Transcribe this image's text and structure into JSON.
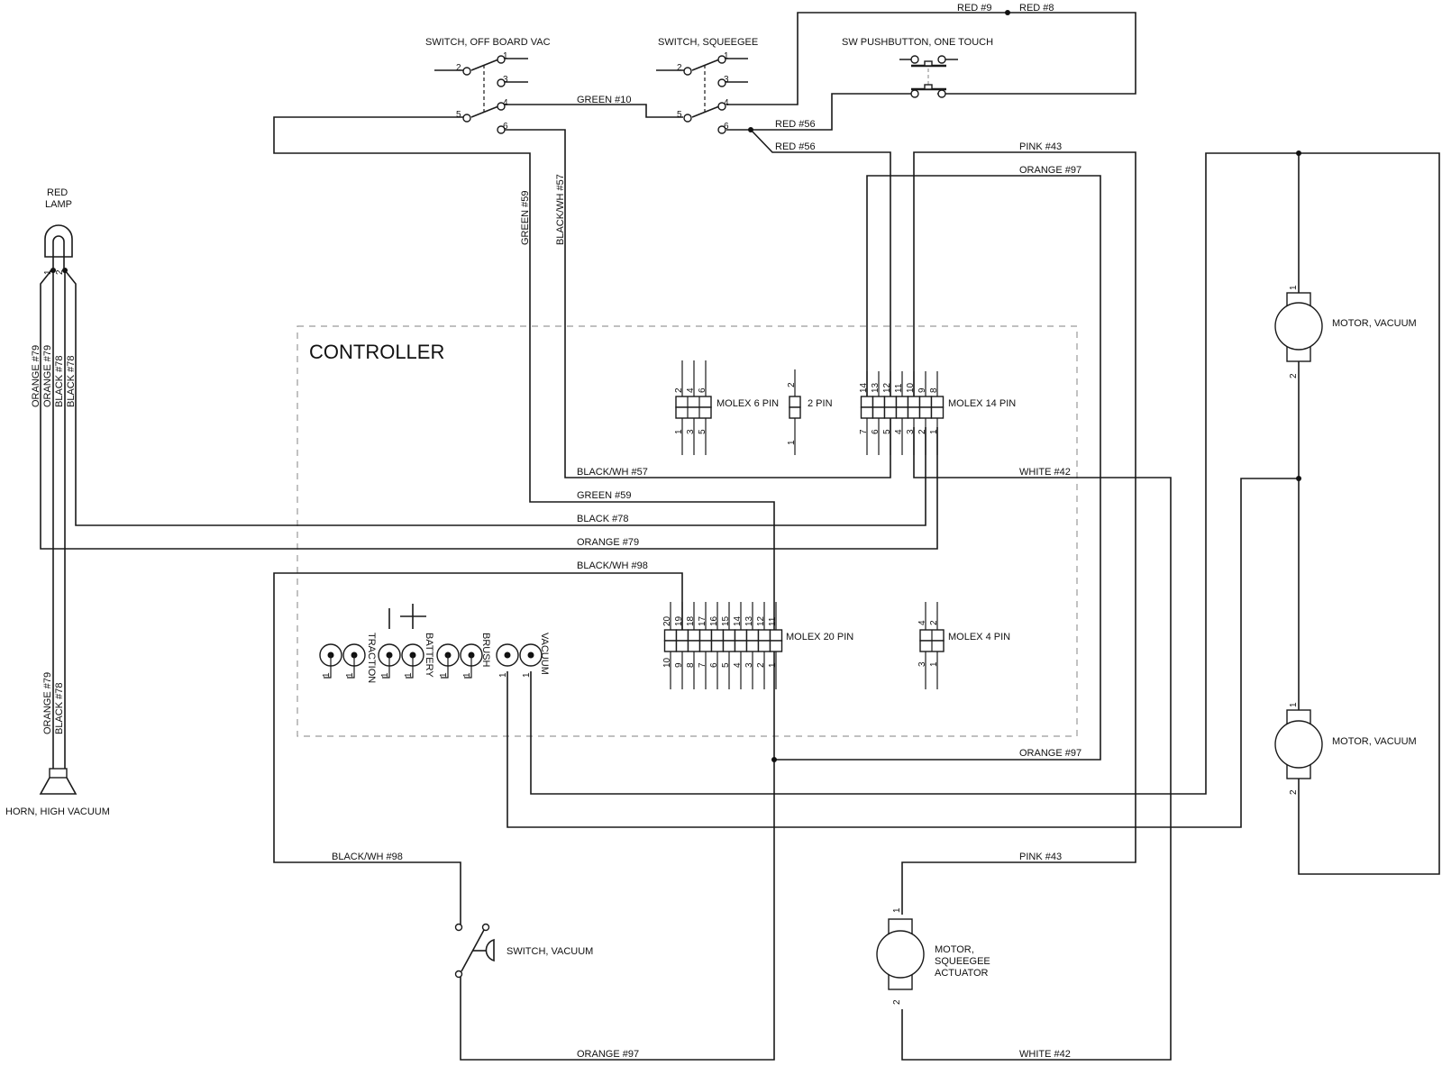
{
  "title": "Wiring Schematic",
  "controller": {
    "label": "CONTROLLER"
  },
  "components": {
    "switch_off_board_vac": {
      "label": "SWITCH, OFF BOARD VAC",
      "pins": [
        "1",
        "2",
        "3",
        "4",
        "5",
        "6"
      ]
    },
    "switch_squeegee": {
      "label": "SWITCH, SQUEEGEE",
      "pins": [
        "1",
        "2",
        "3",
        "4",
        "5",
        "6"
      ]
    },
    "sw_pushbutton": {
      "label": "SW PUSHBUTTON, ONE TOUCH"
    },
    "red_lamp": {
      "label_line1": "RED",
      "label_line2": "LAMP",
      "pins": [
        "1",
        "2"
      ]
    },
    "horn": {
      "label": "HORN, HIGH VACUUM"
    },
    "motor_vacuum_1": {
      "label": "MOTOR, VACUUM",
      "pins": [
        "1",
        "2"
      ]
    },
    "motor_vacuum_2": {
      "label": "MOTOR, VACUUM",
      "pins": [
        "1",
        "2"
      ]
    },
    "switch_vacuum": {
      "label": "SWITCH, VACUUM"
    },
    "motor_squeegee": {
      "label_line1": "MOTOR,",
      "label_line2": "SQUEEGEE",
      "label_line3": "ACTUATOR",
      "pins": [
        "1",
        "2"
      ]
    }
  },
  "connectors": {
    "molex6": {
      "label": "MOLEX 6 PIN",
      "top_pins": [
        "2",
        "4",
        "6"
      ],
      "bottom_pins": [
        "1",
        "3",
        "5"
      ]
    },
    "pin2": {
      "label": "2 PIN",
      "top_pins": [
        "2"
      ],
      "bottom_pins": [
        "1"
      ]
    },
    "molex14": {
      "label": "MOLEX 14 PIN",
      "top_pins": [
        "14",
        "13",
        "12",
        "11",
        "10",
        "9",
        "8"
      ],
      "bottom_pins": [
        "7",
        "6",
        "5",
        "4",
        "3",
        "2",
        "1"
      ]
    },
    "molex20": {
      "label": "MOLEX 20 PIN",
      "top_pins": [
        "20",
        "19",
        "18",
        "17",
        "16",
        "15",
        "14",
        "13",
        "12",
        "11"
      ],
      "bottom_pins": [
        "10",
        "9",
        "8",
        "7",
        "6",
        "5",
        "4",
        "3",
        "2",
        "1"
      ]
    },
    "molex4": {
      "label": "MOLEX 4 PIN",
      "top_pins": [
        "4",
        "2"
      ],
      "bottom_pins": [
        "3",
        "1"
      ]
    }
  },
  "terminals": {
    "traction": "TRACTION",
    "battery": "BATTERY",
    "brush": "BRUSH",
    "vacuum": "VACUUM",
    "minus": "−",
    "plus": "+",
    "pin_label": "1"
  },
  "wires": {
    "red9": "RED #9",
    "red8": "RED #8",
    "green10": "GREEN #10",
    "red56a": "RED #56",
    "red56b": "RED #56",
    "pink43_top": "PINK #43",
    "orange97_top": "ORANGE #97",
    "green59_v": "GREEN #59",
    "blackwh57_v": "BLACK/WH #57",
    "orange79_a": "ORANGE #79",
    "orange79_b": "ORANGE #79",
    "black78_a": "BLACK #78",
    "black78_b": "BLACK #78",
    "orange79_horn": "ORANGE #79",
    "black78_horn": "BLACK #78",
    "blackwh57_h": "BLACK/WH #57",
    "white42_mid": "WHITE #42",
    "green59_h": "GREEN #59",
    "black78_h": "BLACK #78",
    "orange79_h": "ORANGE #79",
    "blackwh98_top": "BLACK/WH #98",
    "orange97_mid": "ORANGE #97",
    "blackwh98_bot": "BLACK/WH #98",
    "pink43_bot": "PINK #43",
    "orange97_bot": "ORANGE #97",
    "white42_bot": "WHITE #42"
  }
}
